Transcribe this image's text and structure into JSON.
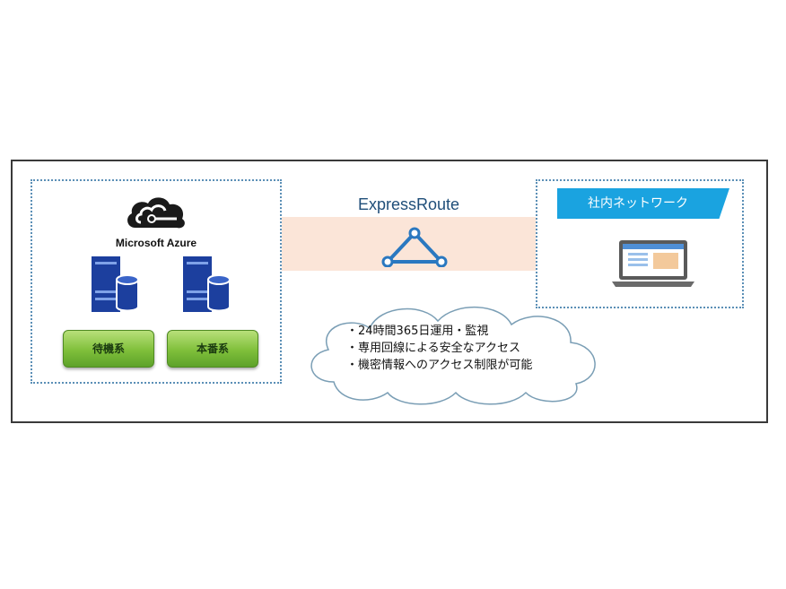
{
  "azure": {
    "label": "Microsoft Azure",
    "standby_label": "待機系",
    "production_label": "本番系"
  },
  "connection": {
    "label": "ExpressRoute"
  },
  "corporate": {
    "label": "社内ネットワーク"
  },
  "benefits": [
    "24時間365日運用・監視",
    "専用回線による安全なアクセス",
    "機密情報へのアクセス制限が可能"
  ],
  "colors": {
    "frame_border": "#3a3a3a",
    "dotted_border": "#5b8fb6",
    "band_fill": "#fbe5d8",
    "expressroute_text": "#1f4e79",
    "network_banner": "#1aa3e0",
    "server_blue": "#1c3f9e",
    "button_green": "#7fbf3a"
  },
  "icons": [
    "cloud-network-icon",
    "server-icon",
    "expressroute-triangle-icon",
    "laptop-icon"
  ]
}
